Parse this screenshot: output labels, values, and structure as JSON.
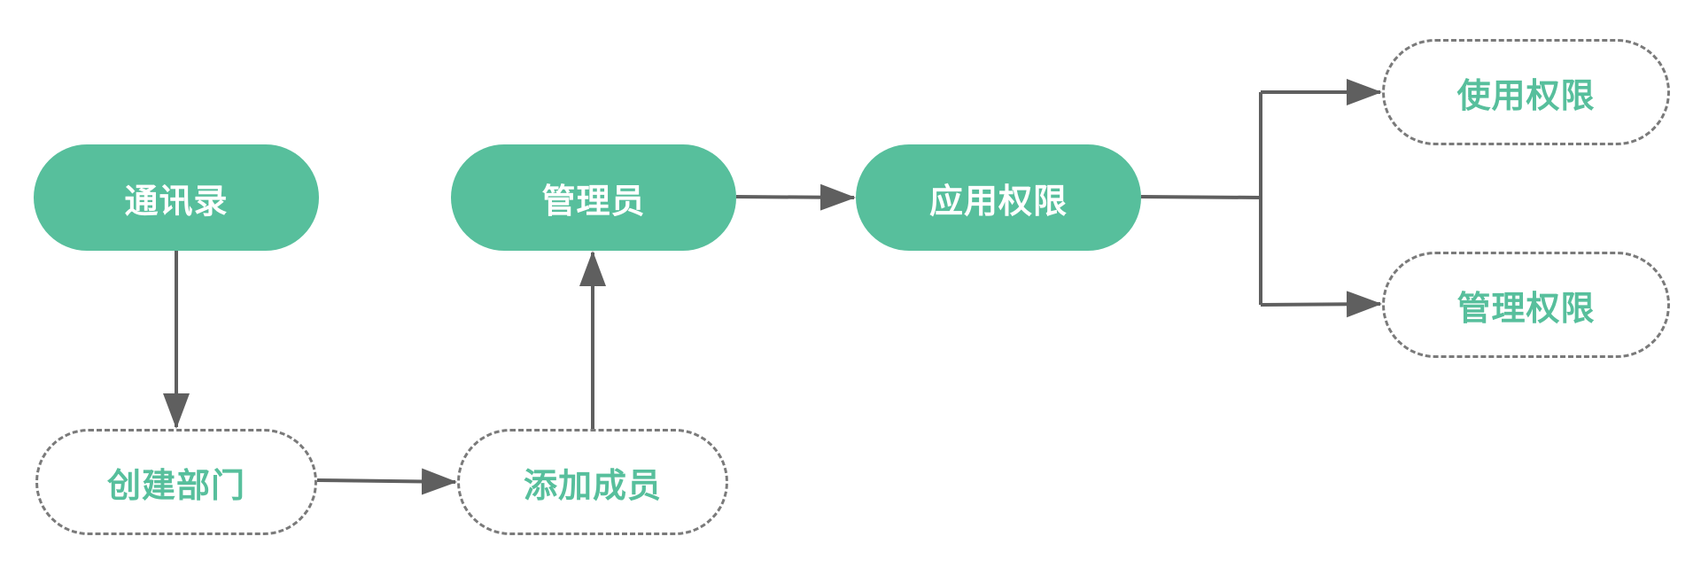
{
  "nodes": {
    "contacts": "通讯录",
    "admin": "管理员",
    "app_permission": "应用权限",
    "create_department": "创建部门",
    "add_member": "添加成员",
    "use_permission": "使用权限",
    "manage_permission": "管理权限"
  },
  "colors": {
    "primary_fill": "#57bf9c",
    "primary_text_on_fill": "#ffffff",
    "dashed_text": "#57bf9c",
    "dashed_border": "#7a7a7a",
    "edge": "#5f5f5f"
  },
  "edges": [
    {
      "from": "contacts",
      "to": "create_department"
    },
    {
      "from": "create_department",
      "to": "add_member"
    },
    {
      "from": "add_member",
      "to": "admin"
    },
    {
      "from": "admin",
      "to": "app_permission"
    },
    {
      "from": "app_permission",
      "to": "use_permission"
    },
    {
      "from": "app_permission",
      "to": "manage_permission"
    }
  ]
}
